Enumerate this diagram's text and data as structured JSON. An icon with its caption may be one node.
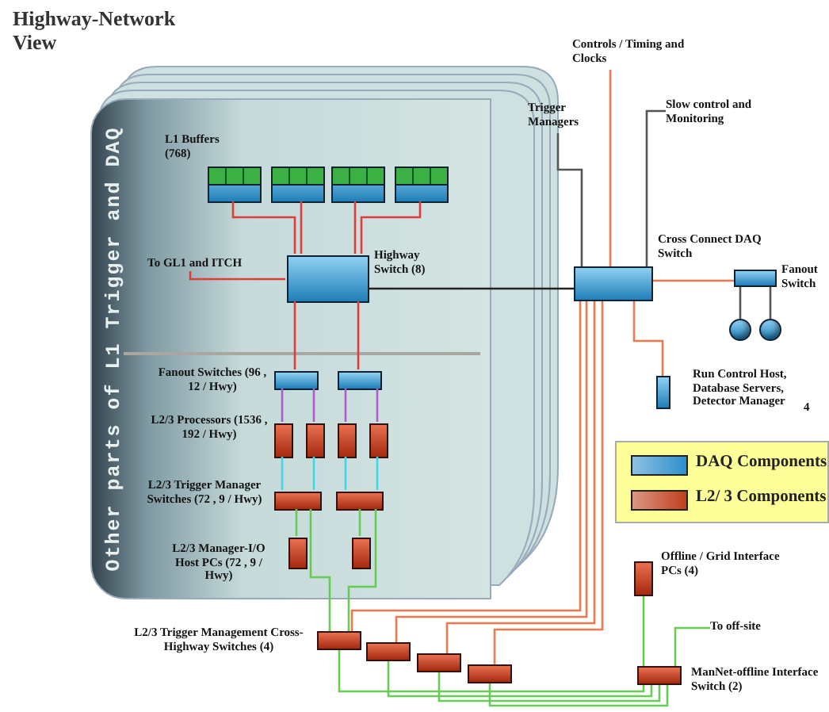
{
  "diagram": {
    "title": "Highway-Network View",
    "nodes": [
      {
        "text": [
          "Other parts of L1 Trigger and DAQ"
        ]
      },
      {
        "text": [],
        "shape": "box",
        "in": 0
      },
      {
        "text": [],
        "shape": "box",
        "in": 0
      },
      {
        "text": [],
        "shape": "box",
        "in": 0
      },
      {
        "text": [],
        "shape": "box",
        "in": 0
      },
      {
        "text": [],
        "shape": "box",
        "in": 0,
        "beside": [
          "Highway Switch (8)"
        ]
      },
      {
        "text": [
          "To GL1 and ITCH"
        ],
        "in": 0
      },
      {
        "text": [],
        "shape": "box",
        "in": 0
      },
      {
        "text": [],
        "shape": "box",
        "in": 0
      },
      {
        "text": [],
        "shape": "box",
        "in": 0
      },
      {
        "text": [],
        "shape": "box",
        "in": 0
      },
      {
        "text": [],
        "shape": "box",
        "in": 0
      },
      {
        "text": [],
        "shape": "box",
        "in": 0
      },
      {
        "text": [],
        "shape": "box",
        "in": 0
      },
      {
        "text": [],
        "shape": "box",
        "in": 0
      },
      {
        "text": [],
        "shape": "box",
        "in": 0
      },
      {
        "text": [],
        "shape": "box",
        "in": 0
      },
      {
        "text": [],
        "shape": "box"
      },
      {
        "text": [],
        "shape": "box"
      },
      {
        "text": [],
        "shape": "box"
      },
      {
        "text": [],
        "shape": "box"
      },
      {
        "text": [],
        "shape": "box",
        "beside": [
          "Cross Connect DAQ Switch"
        ]
      },
      {
        "text": [
          "Controls / Timing and Clocks"
        ]
      },
      {
        "text": [
          "Trigger Managers"
        ]
      },
      {
        "text": [
          "Slow control and Monitoring"
        ]
      },
      {
        "text": [],
        "shape": "box",
        "beside": [
          "Fanout Switch"
        ]
      },
      {
        "text": [],
        "shape": "circle"
      },
      {
        "text": [],
        "shape": "circle"
      },
      {
        "text": [],
        "shape": "box",
        "beside": [
          "Run Control Host, Database Servers, Detector Manager",
          "4"
        ]
      },
      {
        "text": [],
        "shape": "box",
        "beside": [
          "Offline / Grid Interface PCs (4)"
        ]
      },
      {
        "text": [],
        "shape": "box",
        "beside": [
          "ManNet-offline Interface Switch (2)"
        ]
      },
      {
        "text": [
          "To off-site"
        ]
      }
    ],
    "edges": [
      {
        "from": 1,
        "to": 5,
        "arrow": "none",
        "color": "#e03c3c"
      },
      {
        "from": 2,
        "to": 5,
        "arrow": "none",
        "color": "#e03c3c"
      },
      {
        "from": 3,
        "to": 5,
        "arrow": "none",
        "color": "#e03c3c"
      },
      {
        "from": 4,
        "to": 5,
        "arrow": "none",
        "color": "#e03c3c"
      },
      {
        "from": 6,
        "to": 5,
        "arrow": "none",
        "color": "#e03c3c"
      },
      {
        "from": 5,
        "to": 7,
        "arrow": "none",
        "color": "#e03c3c"
      },
      {
        "from": 5,
        "to": 8,
        "arrow": "none",
        "color": "#e03c3c"
      },
      {
        "from": 7,
        "to": 9,
        "arrow": "none",
        "color": "#b05cc8"
      },
      {
        "from": 7,
        "to": 10,
        "arrow": "none",
        "color": "#b05cc8"
      },
      {
        "from": 8,
        "to": 11,
        "arrow": "none",
        "color": "#b05cc8"
      },
      {
        "from": 8,
        "to": 12,
        "arrow": "none",
        "color": "#b05cc8"
      },
      {
        "from": 9,
        "to": 13,
        "arrow": "none",
        "color": "#40d8e8"
      },
      {
        "from": 10,
        "to": 13,
        "arrow": "none",
        "color": "#40d8e8"
      },
      {
        "from": 11,
        "to": 14,
        "arrow": "none",
        "color": "#40d8e8"
      },
      {
        "from": 12,
        "to": 14,
        "arrow": "none",
        "color": "#40d8e8"
      },
      {
        "from": 13,
        "to": 15,
        "arrow": "none"
      },
      {
        "from": 14,
        "to": 16,
        "arrow": "none"
      },
      {
        "from": 13,
        "to": 17,
        "arrow": "none"
      },
      {
        "from": 14,
        "to": 17,
        "arrow": "none"
      },
      {
        "from": 17,
        "to": 30,
        "arrow": "none"
      },
      {
        "from": 18,
        "to": 30,
        "arrow": "none"
      },
      {
        "from": 19,
        "to": 30,
        "arrow": "none"
      },
      {
        "from": 20,
        "to": 30,
        "arrow": "none"
      },
      {
        "from": 29,
        "to": 30,
        "arrow": "none"
      },
      {
        "from": 31,
        "to": 30,
        "arrow": "none"
      },
      {
        "from": 5,
        "to": 21,
        "arrow": "none",
        "color": "#222222"
      },
      {
        "from": 22,
        "to": 21,
        "arrow": "none",
        "color": "#f07850"
      },
      {
        "from": 23,
        "to": 21,
        "arrow": "none",
        "color": "#555555"
      },
      {
        "from": 24,
        "to": 21,
        "arrow": "none",
        "color": "#555555"
      },
      {
        "from": 21,
        "to": 25,
        "arrow": "none",
        "color": "#f07850"
      },
      {
        "from": 25,
        "to": 26,
        "arrow": "none",
        "color": "#555555"
      },
      {
        "from": 25,
        "to": 27,
        "arrow": "none",
        "color": "#555555"
      },
      {
        "from": 21,
        "to": 28,
        "arrow": "none",
        "color": "#f07850"
      },
      {
        "from": 21,
        "to": 17,
        "arrow": "none",
        "color": "#f07850"
      },
      {
        "from": 21,
        "to": 18,
        "arrow": "none",
        "color": "#f07850"
      },
      {
        "from": 21,
        "to": 19,
        "arrow": "none",
        "color": "#f07850"
      },
      {
        "from": 21,
        "to": 20,
        "arrow": "none",
        "color": "#f07850"
      }
    ],
    "labels": [
      "L1 Buffers (768)",
      "Fanout Switches (96 , 12 / Hwy)",
      "L2/3 Processors (1536 , 192 / Hwy)",
      "L2/3 Trigger Manager Switches (72 , 9 / Hwy)",
      "L2/3 Manager-I/O Host PCs (72 , 9 / Hwy)",
      "L2/3 Trigger Management Cross-Highway Switches (4)"
    ],
    "legend": [
      {
        "text": "DAQ Components",
        "color": "#2f8fcc"
      },
      {
        "text": "L2/ 3 Components",
        "color": "#c0401c"
      }
    ]
  }
}
